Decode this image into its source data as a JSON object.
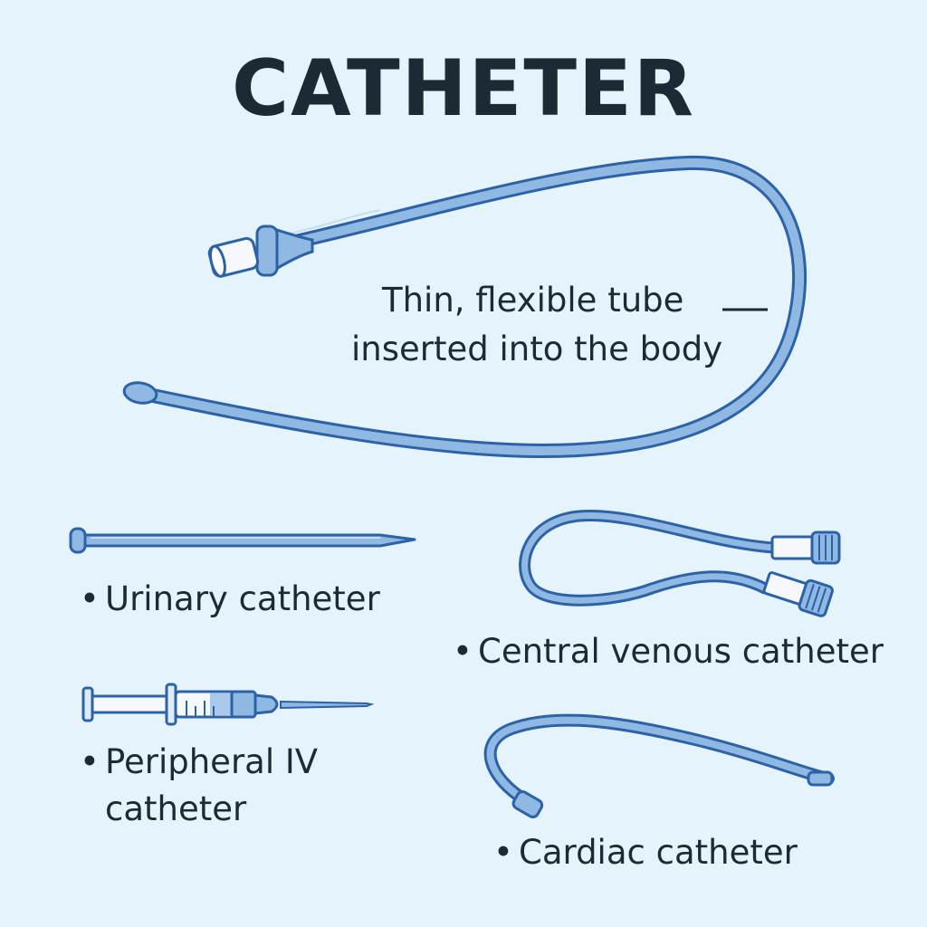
{
  "title": "CATHETER",
  "description": {
    "line1": "Thin, flexible tube",
    "line2": "inserted into the body"
  },
  "types": [
    {
      "label": "Urinary catheter",
      "icon": "urinary-catheter-icon"
    },
    {
      "label": "Central venous catheter",
      "icon": "central-venous-catheter-icon"
    },
    {
      "label": "Peripheral IV",
      "label2": "catheter",
      "icon": "peripheral-iv-catheter-icon"
    },
    {
      "label": "Cardiac catheter",
      "icon": "cardiac-catheter-icon"
    }
  ],
  "bullet": "•",
  "colors": {
    "background": "#e4f3fc",
    "tube_fill": "#8fb8e3",
    "tube_outline": "#2d62a6",
    "text": "#1c2a36"
  }
}
